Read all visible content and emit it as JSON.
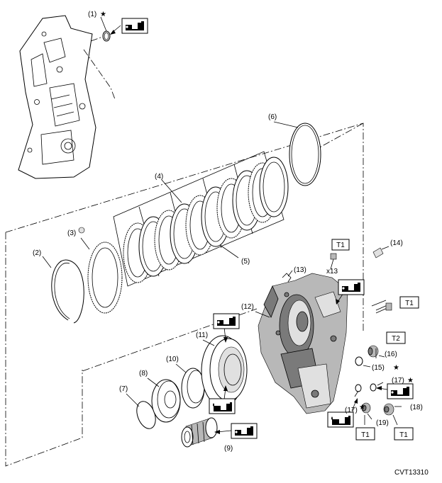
{
  "labels": {
    "p1": "(1)",
    "p2": "(2)",
    "p3": "(3)",
    "p4": "(4)",
    "p5": "(5)",
    "p6": "(6)",
    "p7": "(7)",
    "p8": "(8)",
    "p9": "(9)",
    "p10": "(10)",
    "p11": "(11)",
    "p12": "(12)",
    "p13": "(13)",
    "p14": "(14)",
    "p15": "(15)",
    "p16": "(16)",
    "p17a": "(17)",
    "p17b": "(17)",
    "p18": "(18)",
    "p19": "(19)"
  },
  "torque": {
    "t1": "T1",
    "t2": "T2"
  },
  "quantity": {
    "x13": "x13"
  },
  "star": "★",
  "figure_code": "CVT13310",
  "icons": {
    "oil": "oil-can-icon",
    "grease": "grease-gun-icon",
    "replace": "replace-part-star-icon"
  }
}
